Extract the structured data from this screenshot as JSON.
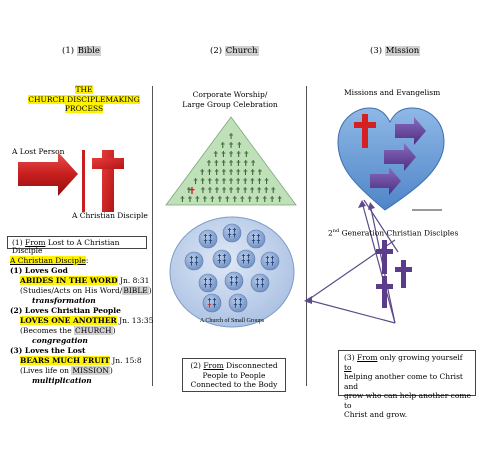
{
  "columns": {
    "bible": {
      "number": "(1)",
      "label": "Bible"
    },
    "church": {
      "number": "(2)",
      "label": "Church"
    },
    "mission": {
      "number": "(3)",
      "label": "Mission"
    }
  },
  "bible": {
    "title_line1": "THE",
    "title_line2": "CHURCH DISCIPLEMAKING",
    "title_line3": "PROCESS",
    "lost_person": "A Lost Person",
    "christian_disciple": "A Christian Disciple",
    "box": {
      "from": "From",
      "rest": " Lost to A Christian Disciple"
    },
    "list": {
      "heading": "A Christian Disciple",
      "heading_colon": ":",
      "items": [
        {
          "title": "(1) Loves God",
          "hl": "ABIDES IN THE WORD",
          "ref": " Jn. 8:31",
          "sub_pre": "(Studies/Acts on His Word/",
          "sub_hl": "BIBLE",
          "sub_post": ")",
          "em": "transformation"
        },
        {
          "title": "(2) Loves Christian People",
          "hl": "LOVES ONE ANOTHER",
          "ref": " Jn. 13:35",
          "sub_pre": "(Becomes the ",
          "sub_hl": "CHURCH",
          "sub_post": ")",
          "em": "congregation"
        },
        {
          "title": "(3) Loves the Lost",
          "hl": "BEARS MUCH FRUIT",
          "ref": " Jn. 15:8",
          "sub_pre": "(Lives life on ",
          "sub_hl": "MISSION",
          "sub_post": ")",
          "em": "multiplication"
        }
      ]
    }
  },
  "church": {
    "worship_line1": "Corporate Worship/",
    "worship_line2": "Large Group Celebration",
    "small_groups": "A Church of Small Groups",
    "box": {
      "prefix": "(2) ",
      "from": "From",
      "line1_rest": " Disconnected",
      "line2": "People to People",
      "line3": "Connected to the Body"
    }
  },
  "mission": {
    "title": "Missions and Evangelism",
    "second_gen": {
      "sup": "nd",
      "num": "2",
      "rest": " Generation Christian Disciples"
    },
    "box": {
      "prefix": "(3) ",
      "from": "From",
      "l1_mid": " only growing yourself ",
      "to": "to",
      "l2": "helping another come to Christ and",
      "l3": "grow who can help another come to",
      "l4": "Christ and grow."
    }
  },
  "colors": {
    "cross_red": "#d42020",
    "arrow_red": "#c81e1e",
    "highlight": "#fff200",
    "triangle": "#bfe0b8",
    "heart": "#5b9bd5",
    "purple": "#5a3c8a",
    "circle": "#c5d6ee"
  }
}
